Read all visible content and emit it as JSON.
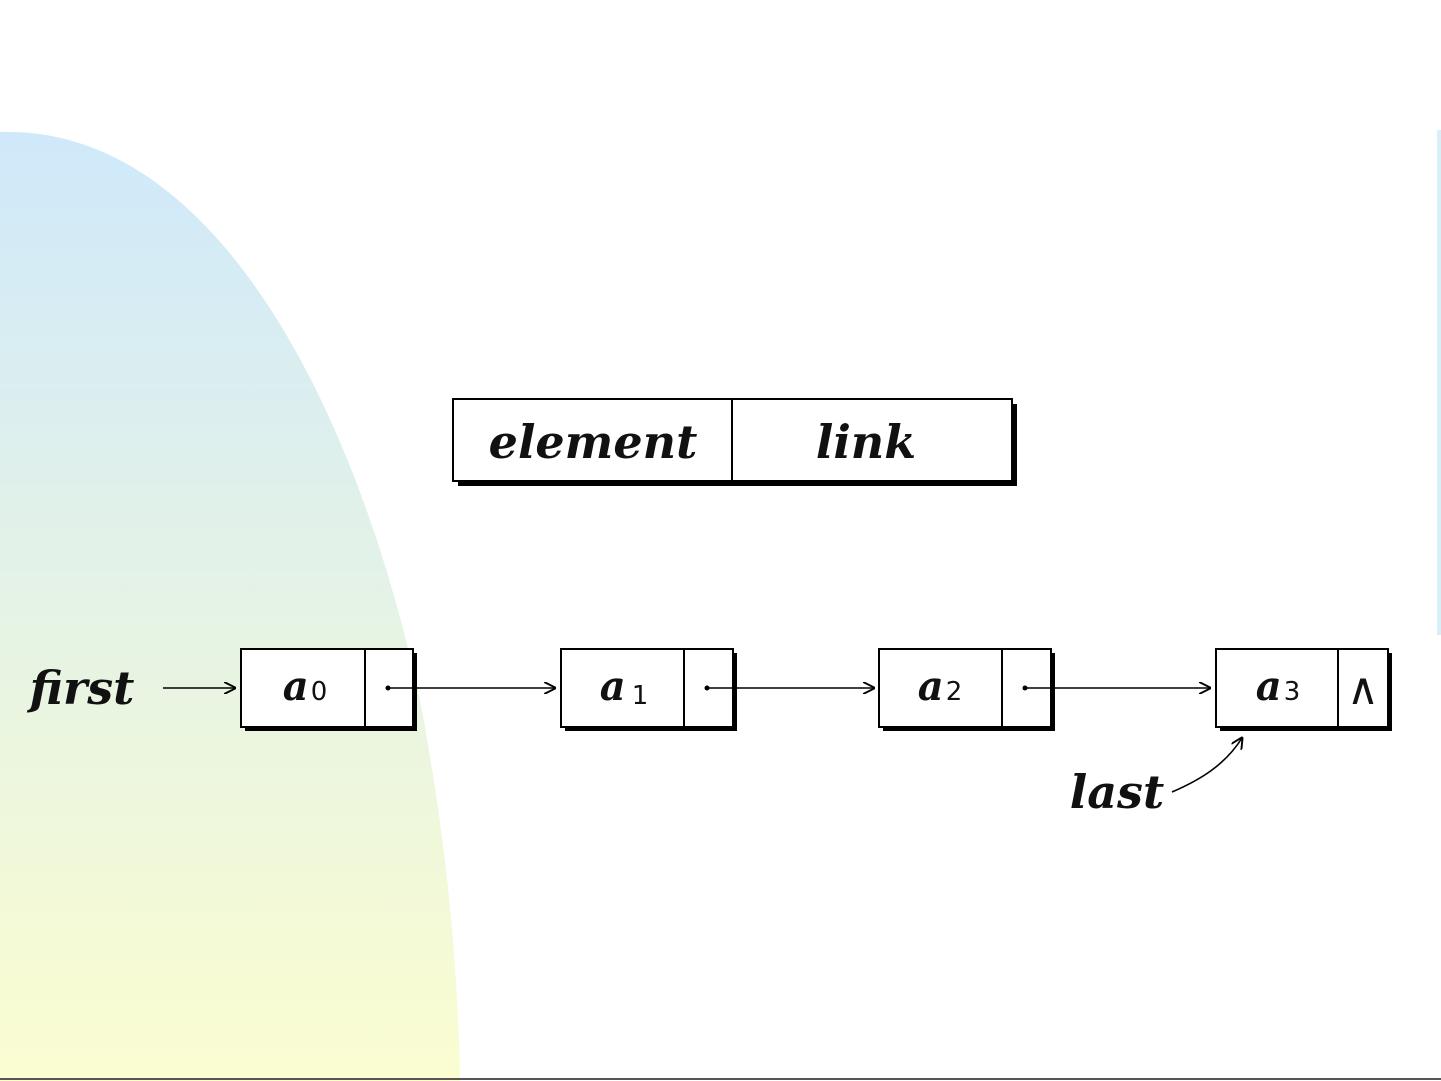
{
  "node_structure": {
    "element_label": "element",
    "link_label": "link"
  },
  "list": {
    "first_label": "first",
    "last_label": "last",
    "nodes": [
      {
        "base": "a",
        "sub": "0"
      },
      {
        "base": "a",
        "sub": "1"
      },
      {
        "base": "a",
        "sub": "2"
      },
      {
        "base": "a",
        "sub": "3"
      }
    ],
    "null_symbol": "∧"
  },
  "colors": {
    "background_top": "#cfe9fb",
    "background_bottom": "#fbfdd0",
    "box_border": "#000000",
    "box_shadow": "#000000"
  }
}
